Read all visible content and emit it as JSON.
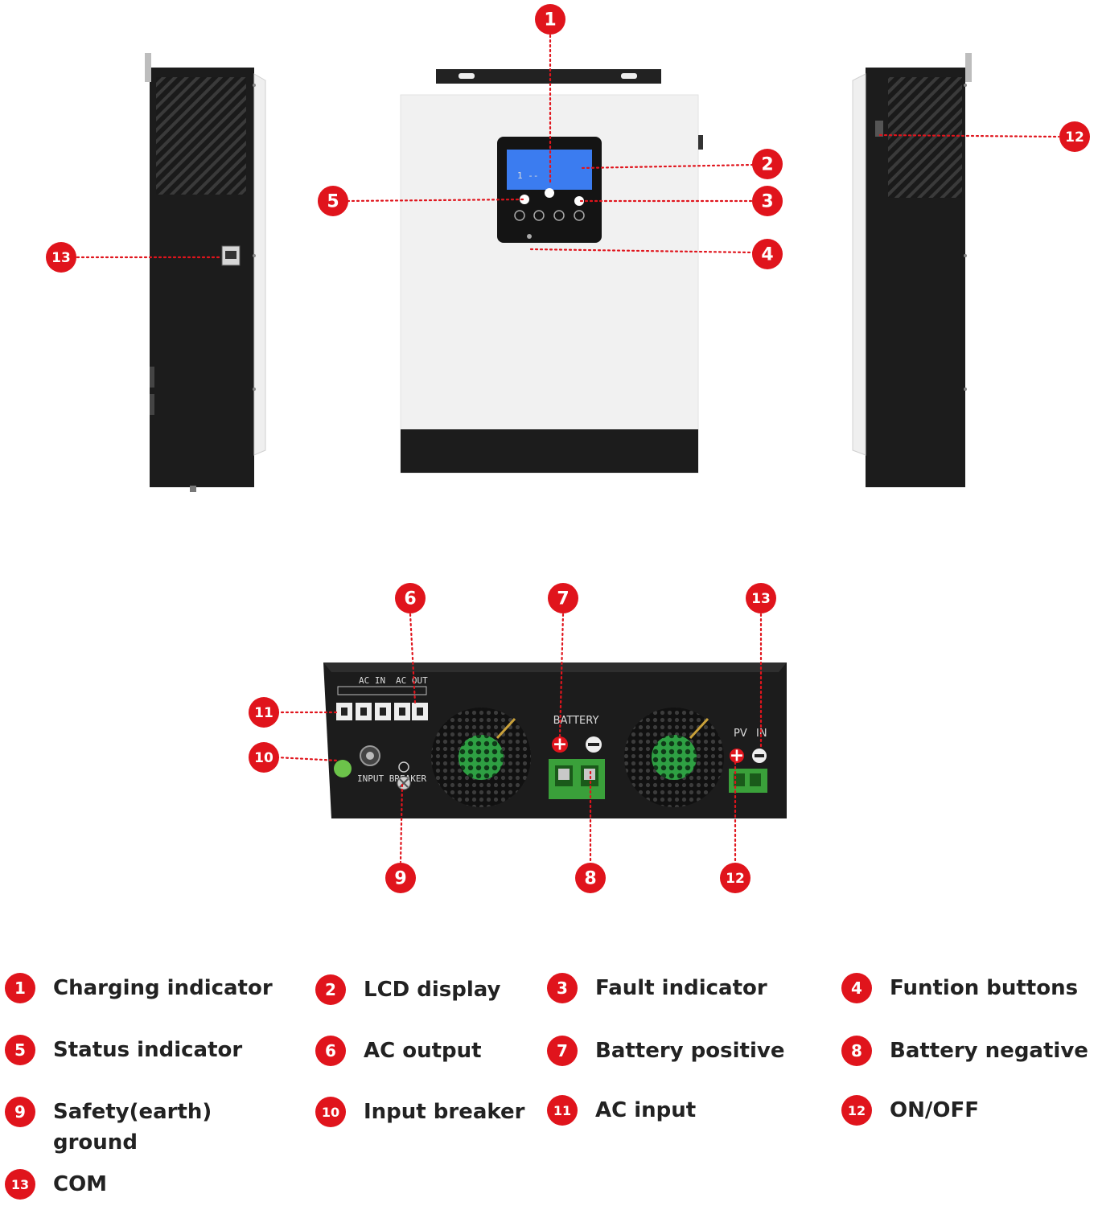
{
  "callouts": [
    "1",
    "2",
    "3",
    "4",
    "5",
    "6",
    "7",
    "8",
    "9",
    "10",
    "11",
    "12",
    "13"
  ],
  "panel_labels": {
    "battery": "BATTERY",
    "pv": "PV",
    "in": "IN",
    "ac_in": "AC IN",
    "ac_out": "AC OUT",
    "input_breaker": "INPUT BREAKER"
  },
  "legend": [
    {
      "num": "1",
      "label": "Charging indicator"
    },
    {
      "num": "2",
      "label": "LCD display"
    },
    {
      "num": "3",
      "label": "Fault indicator"
    },
    {
      "num": "4",
      "label": "Funtion buttons"
    },
    {
      "num": "5",
      "label": "Status indicator"
    },
    {
      "num": "6",
      "label": "AC output"
    },
    {
      "num": "7",
      "label": "Battery positive"
    },
    {
      "num": "8",
      "label": "Battery negative"
    },
    {
      "num": "9",
      "label": "Safety(earth)\nground"
    },
    {
      "num": "10",
      "label": "Input breaker"
    },
    {
      "num": "11",
      "label": "AC input"
    },
    {
      "num": "12",
      "label": "ON/OFF"
    },
    {
      "num": "13",
      "label": "COM"
    }
  ],
  "colors": {
    "accent": "#e0141c",
    "body_white": "#f1f1f1",
    "body_black": "#1c1c1c",
    "terminal_green": "#3aa03a",
    "lcd_blue": "#3b7cf0"
  }
}
